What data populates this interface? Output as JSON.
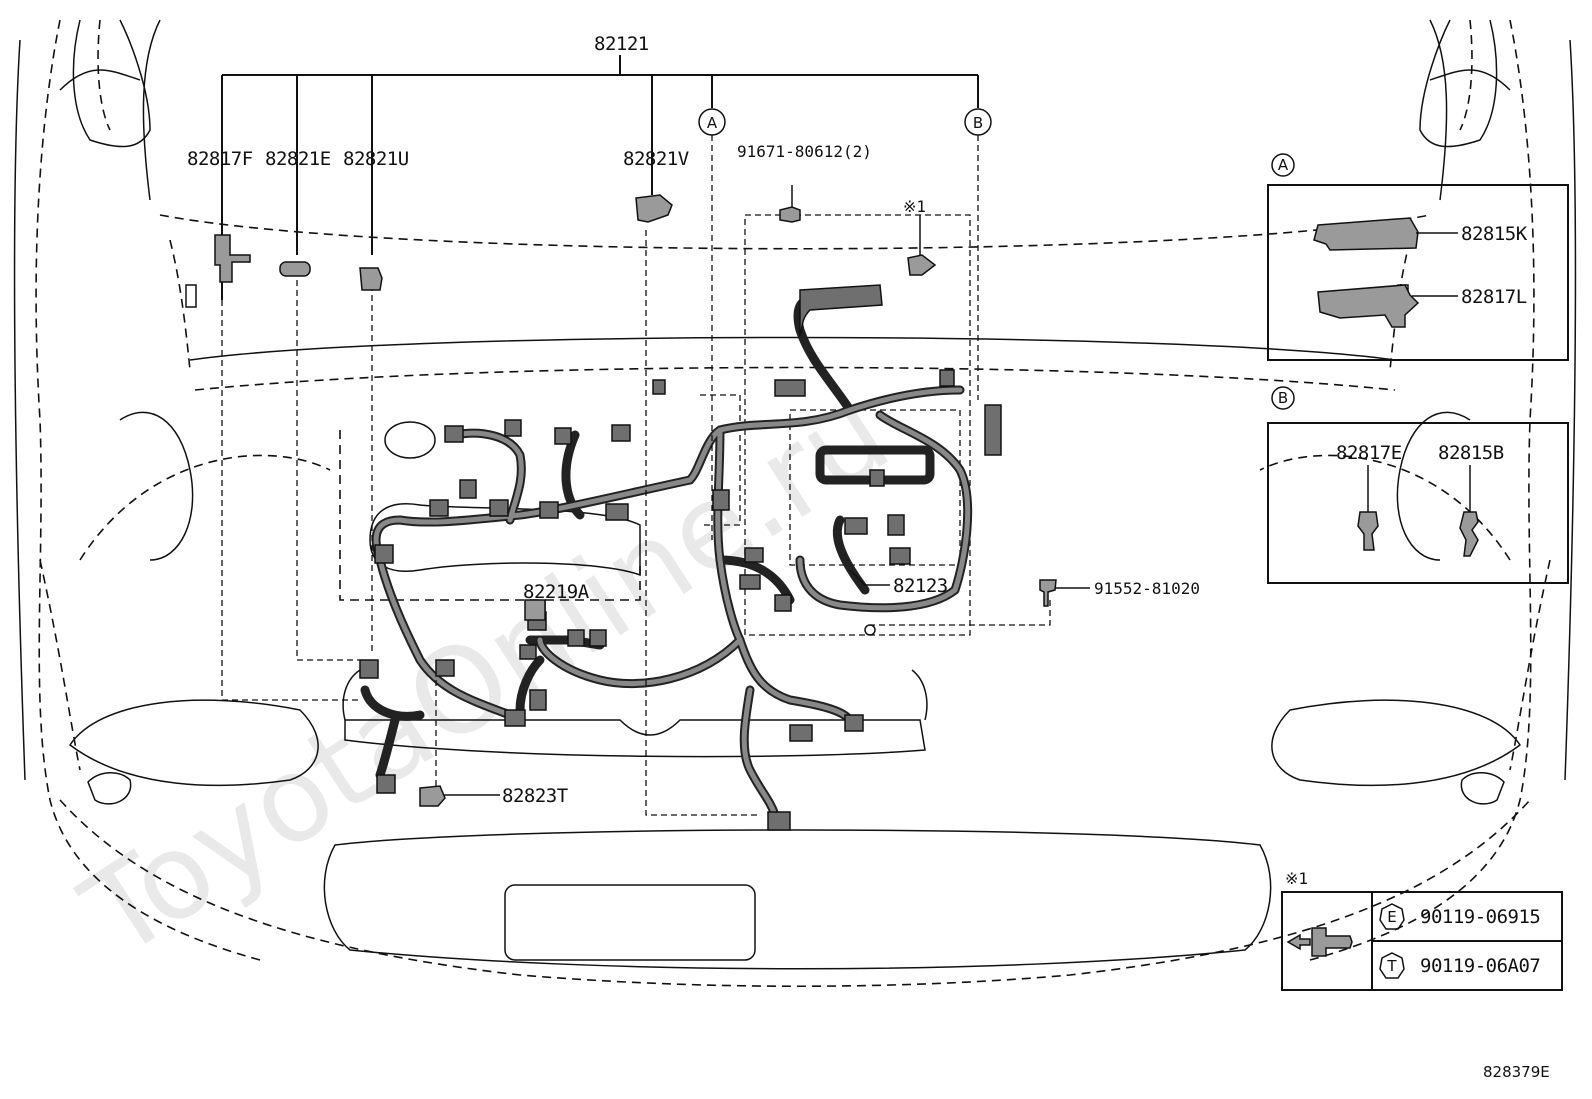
{
  "watermark": "ToyotaOnline.ru",
  "diagram_code": "828379E",
  "main_labels": {
    "top_harness": "82121",
    "p82817F": "82817F",
    "p82821E": "82821E",
    "p82821U": "82821U",
    "p82821V": "82821V",
    "bolt_top": "91671-80612(2)",
    "note_ref": "※1",
    "p82219A": "82219A",
    "p82123": "82123",
    "bolt_right": "91552-81020",
    "p82823T": "82823T"
  },
  "callouts": {
    "a": "A",
    "b": "B"
  },
  "detail_a": {
    "tag": "A",
    "parts": [
      "82815K",
      "82817L"
    ]
  },
  "detail_b": {
    "tag": "B",
    "parts": [
      "82817E",
      "82815B"
    ]
  },
  "note_table": {
    "ref": "※1",
    "rows": [
      {
        "tag": "E",
        "part": "90119-06915"
      },
      {
        "tag": "T",
        "part": "90119-06A07"
      }
    ]
  }
}
